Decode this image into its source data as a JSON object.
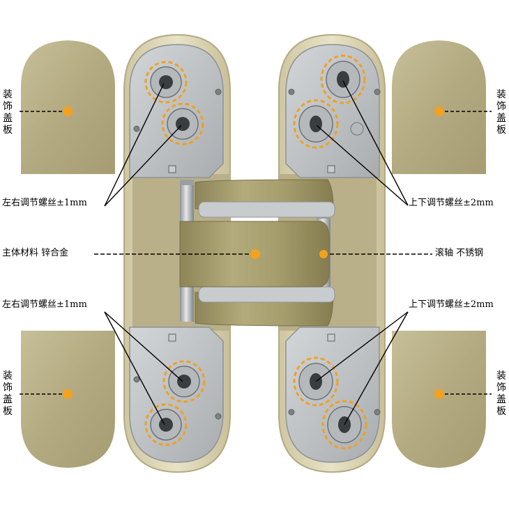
{
  "labels": {
    "cover_plate": [
      "装",
      "饰",
      "盖",
      "板"
    ],
    "left_right_adjust": "左右调节螺丝±1mm",
    "up_down_adjust": "上下调节螺丝±2mm",
    "body_material": "主体材料  锌合金",
    "roller_axis": "滚轴  不锈钢"
  },
  "colors": {
    "cover_plate": "#b7ae86",
    "brass": "#a9a06f",
    "zinc": "#c6c9cb",
    "frame": "#d7cfaa",
    "marker": "#f4a11e",
    "dash": "#f0a020"
  }
}
